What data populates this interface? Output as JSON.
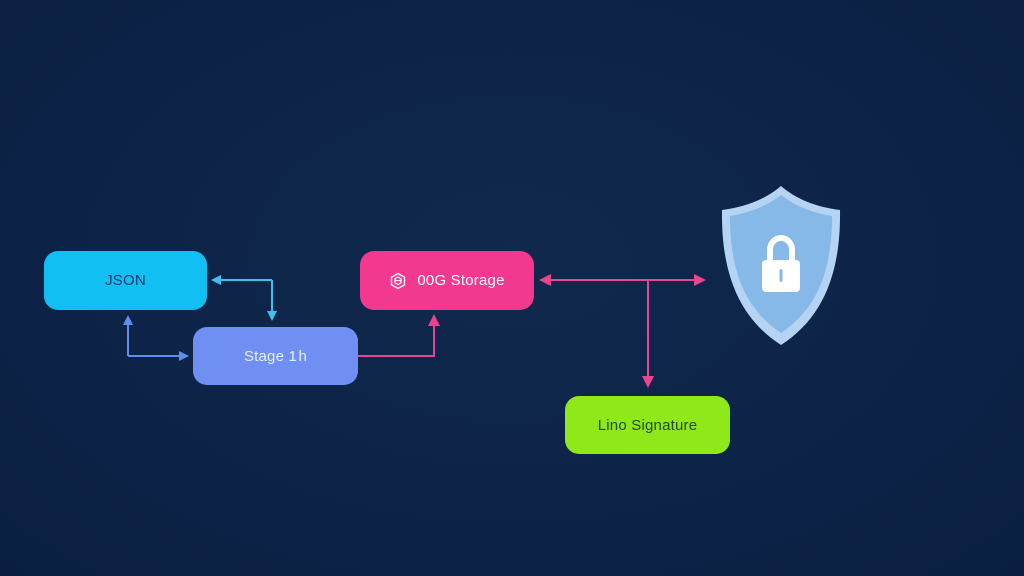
{
  "colors": {
    "background": "#0c2246",
    "json_node": "#12bff3",
    "stage_node": "#6f8ff2",
    "storage_node": "#f2388f",
    "signature_node": "#8ee81a",
    "blue_edge": "#5f8df0",
    "cyan_edge": "#3fbff0",
    "pink_edge": "#e8448f",
    "shield_fill": "#86b8e8",
    "shield_border": "#b5d3f2"
  },
  "nodes": {
    "json": {
      "label": "JSON"
    },
    "stage": {
      "label": "Stage 1 h"
    },
    "storage": {
      "label": "00G Storage",
      "icon": "cube-icon"
    },
    "signature": {
      "label": "Lino Signature"
    }
  },
  "shield": {
    "icon": "shield-lock-icon"
  }
}
